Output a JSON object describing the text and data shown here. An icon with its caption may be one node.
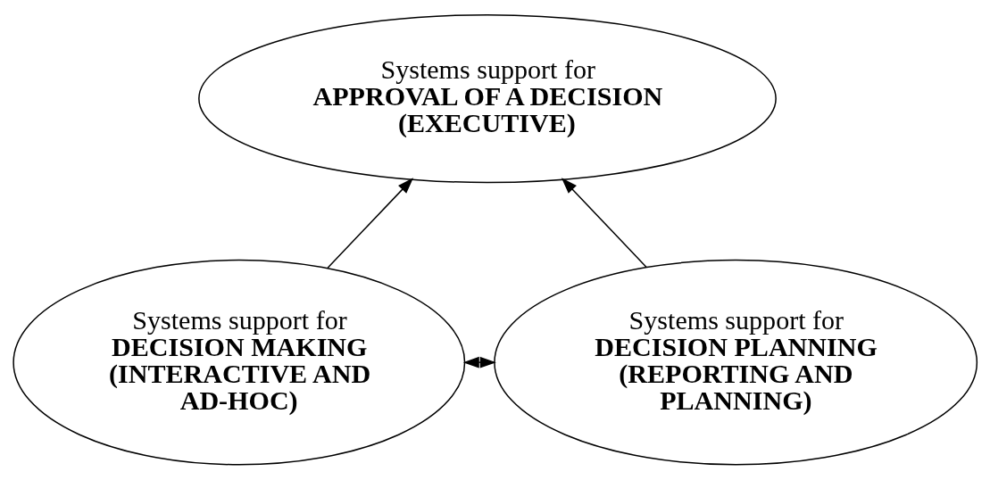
{
  "diagram": {
    "nodes": [
      {
        "text": [
          "Systems support for",
          "APPROVAL OF A DECISION (EXECUTIVE)"
        ]
      },
      {
        "text": [
          "Systems support for",
          "DECISION MAKING (INTERACTIVE AND AD-HOC)"
        ]
      },
      {
        "text": [
          "Systems support for",
          "DECISION PLANNING (REPORTING AND PLANNING)"
        ]
      }
    ],
    "edges": [
      {
        "from": 1,
        "to": 0,
        "arrow": "to"
      },
      {
        "from": 2,
        "to": 0,
        "arrow": "to"
      },
      {
        "from": 1,
        "to": 2,
        "arrow": "both"
      }
    ]
  }
}
